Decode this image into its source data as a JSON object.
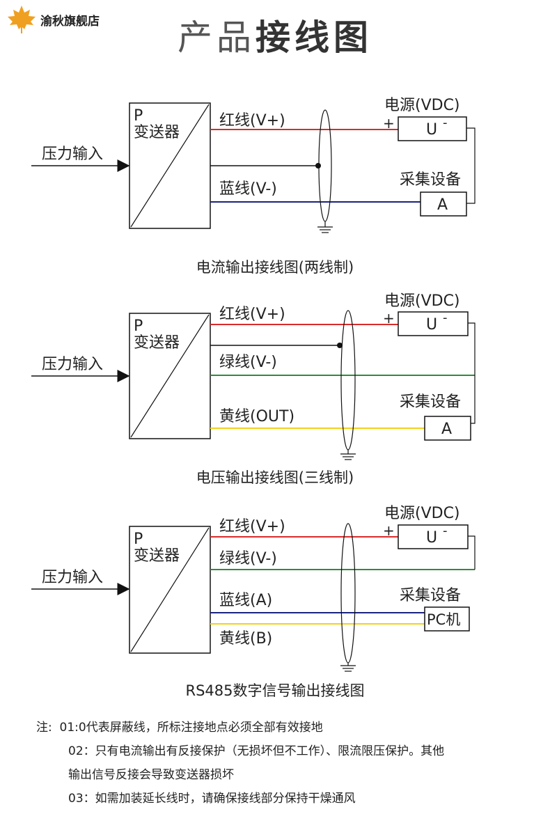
{
  "brand": {
    "name": "渝秋旗舰店",
    "logo_icon": "maple-leaf-icon",
    "logo_color": "#f0a020"
  },
  "title": {
    "part1": "产品",
    "part2": "接线图"
  },
  "common": {
    "pressure_input": "压力输入",
    "transmitter_p": "P",
    "transmitter_name": "变送器",
    "power_label": "电源(VDC)",
    "power_plus": "+",
    "power_symbol": "U",
    "power_minus": "-",
    "device_label": "采集设备",
    "ammeter_symbol": "A",
    "pc_label": "PC机"
  },
  "colors": {
    "red": "#d92b2b",
    "blue": "#1a237e",
    "green": "#2e8b3a",
    "yellow": "#f2d21b",
    "black": "#111111"
  },
  "diagrams": [
    {
      "caption": "电流输出接线图(两线制)",
      "wires": [
        {
          "label": "红线(V+)",
          "color": "red"
        },
        {
          "label": "蓝线(V-)",
          "color": "blue"
        }
      ]
    },
    {
      "caption": "电压输出接线图(三线制)",
      "wires": [
        {
          "label": "红线(V+)",
          "color": "red"
        },
        {
          "label": "绿线(V-)",
          "color": "green"
        },
        {
          "label": "黄线(OUT)",
          "color": "yellow"
        }
      ]
    },
    {
      "caption": "RS485数字信号输出接线图",
      "wires": [
        {
          "label": "红线(V+)",
          "color": "red"
        },
        {
          "label": "绿线(V-)",
          "color": "green"
        },
        {
          "label": "蓝线(A)",
          "color": "blue"
        },
        {
          "label": "黄线(B)",
          "color": "yellow"
        }
      ]
    }
  ],
  "notes": {
    "prefix": "注:",
    "items": [
      "01:0代表屏蔽线，所标注接地点必须全部有效接地",
      "02：只有电流输出有反接保护（无损坏但不工作）、限流限压保护。其他",
      "输出信号反接会导致变送器损坏",
      "03：如需加装延长线时，请确保接线部分保持干燥通风"
    ]
  }
}
